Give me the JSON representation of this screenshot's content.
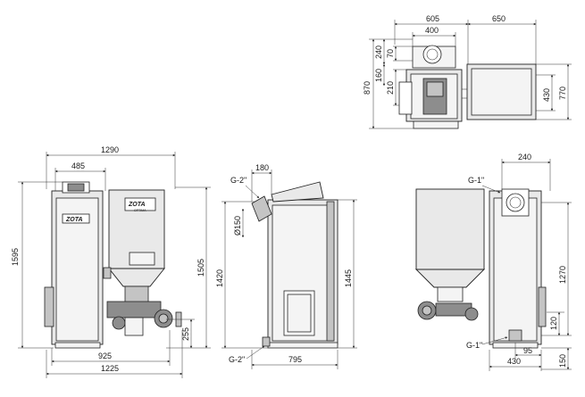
{
  "brand": {
    "logo_text": "ZOTA",
    "model_text": "OPTIMA"
  },
  "top_view": {
    "d605": "605",
    "d650": "650",
    "d400": "400",
    "d240": "240",
    "d70": "70",
    "d160": "160",
    "d210": "210",
    "d870": "870",
    "d430": "430",
    "d770": "770"
  },
  "front_view": {
    "d1290": "1290",
    "d485": "485",
    "d1595": "1595",
    "d1505": "1505",
    "d255": "255",
    "d925": "925",
    "d1225": "1225"
  },
  "side_view": {
    "g2_top": "G-2\"",
    "d180": "180",
    "d150": "Ø150",
    "d1420": "1420",
    "d1445": "1445",
    "g2_bottom": "G-2\"",
    "d795": "795"
  },
  "rear_view": {
    "d240": "240",
    "g1_top": "G-1\"",
    "d1270": "1270",
    "d120": "120",
    "g1_bottom": "G-1\"",
    "d95": "95",
    "d430": "430",
    "d150": "150"
  }
}
